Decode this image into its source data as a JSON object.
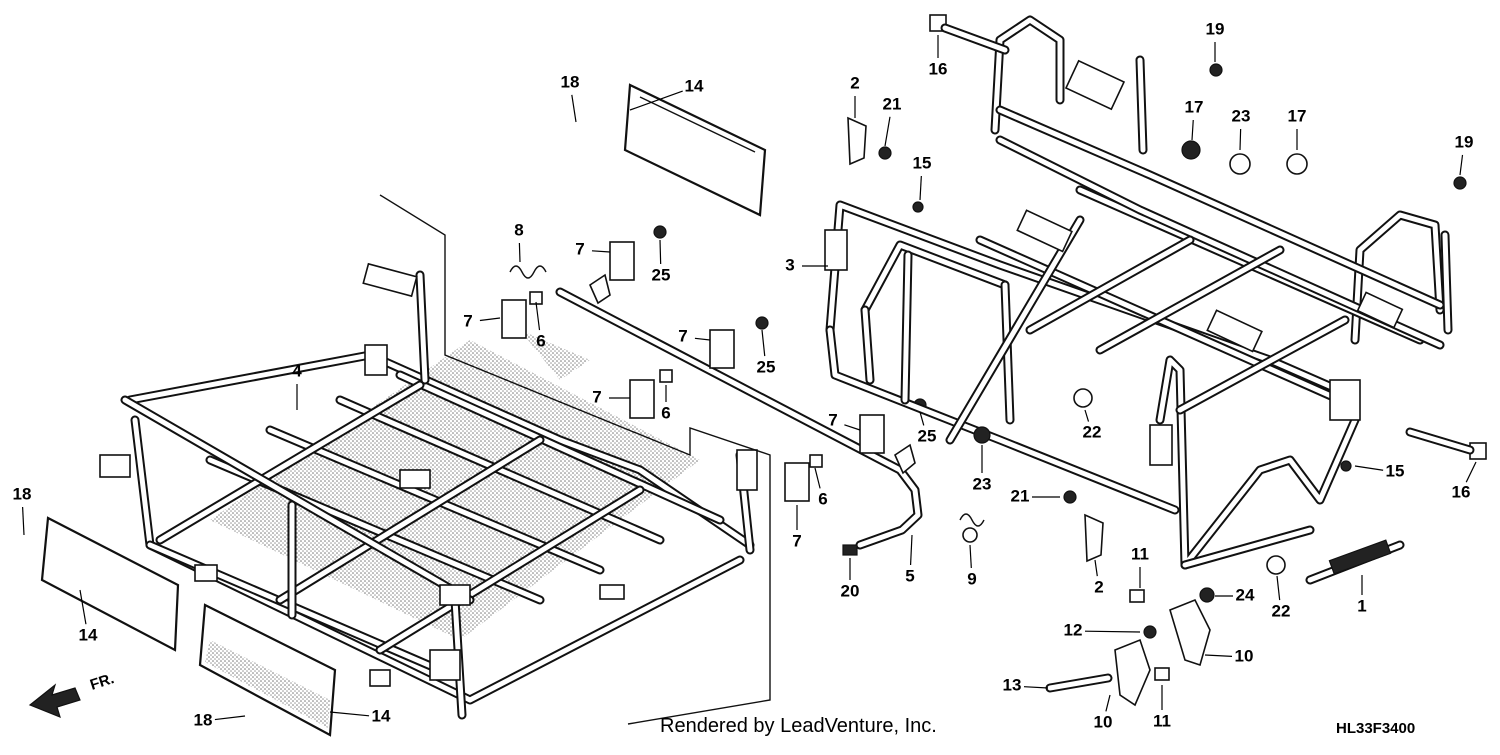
{
  "footer": {
    "rendered_by": "Rendered by LeadVenture, Inc.",
    "drawing_code": "HL33F3400"
  },
  "direction_label": "FR.",
  "callouts": [
    {
      "id": "c18a",
      "label": "18"
    },
    {
      "id": "c14a",
      "label": "14"
    },
    {
      "id": "c8",
      "label": "8"
    },
    {
      "id": "c7a",
      "label": "7"
    },
    {
      "id": "c25a",
      "label": "25"
    },
    {
      "id": "c7b",
      "label": "7"
    },
    {
      "id": "c6a",
      "label": "6"
    },
    {
      "id": "c7c",
      "label": "7"
    },
    {
      "id": "c25b",
      "label": "25"
    },
    {
      "id": "c7d",
      "label": "7"
    },
    {
      "id": "c6b",
      "label": "6"
    },
    {
      "id": "c7e",
      "label": "7"
    },
    {
      "id": "c25c",
      "label": "25"
    },
    {
      "id": "c6c",
      "label": "6"
    },
    {
      "id": "c7f",
      "label": "7"
    },
    {
      "id": "c20",
      "label": "20"
    },
    {
      "id": "c5",
      "label": "5"
    },
    {
      "id": "c4",
      "label": "4"
    },
    {
      "id": "c18b",
      "label": "18"
    },
    {
      "id": "c14b",
      "label": "14"
    },
    {
      "id": "c14c",
      "label": "14"
    },
    {
      "id": "c18c",
      "label": "18"
    },
    {
      "id": "c16a",
      "label": "16"
    },
    {
      "id": "c2a",
      "label": "2"
    },
    {
      "id": "c21a",
      "label": "21"
    },
    {
      "id": "c15a",
      "label": "15"
    },
    {
      "id": "c3",
      "label": "3"
    },
    {
      "id": "c19a",
      "label": "19"
    },
    {
      "id": "c17a",
      "label": "17"
    },
    {
      "id": "c23a",
      "label": "23"
    },
    {
      "id": "c17b",
      "label": "17"
    },
    {
      "id": "c19b",
      "label": "19"
    },
    {
      "id": "c22a",
      "label": "22"
    },
    {
      "id": "c23b",
      "label": "23"
    },
    {
      "id": "c21b",
      "label": "21"
    },
    {
      "id": "c9",
      "label": "9"
    },
    {
      "id": "c2b",
      "label": "2"
    },
    {
      "id": "c15b",
      "label": "15"
    },
    {
      "id": "c16b",
      "label": "16"
    },
    {
      "id": "c11a",
      "label": "11"
    },
    {
      "id": "c24",
      "label": "24"
    },
    {
      "id": "c22b",
      "label": "22"
    },
    {
      "id": "c1",
      "label": "1"
    },
    {
      "id": "c12",
      "label": "12"
    },
    {
      "id": "c10a",
      "label": "10"
    },
    {
      "id": "c13",
      "label": "13"
    },
    {
      "id": "c10b",
      "label": "10"
    },
    {
      "id": "c11b",
      "label": "11"
    }
  ]
}
